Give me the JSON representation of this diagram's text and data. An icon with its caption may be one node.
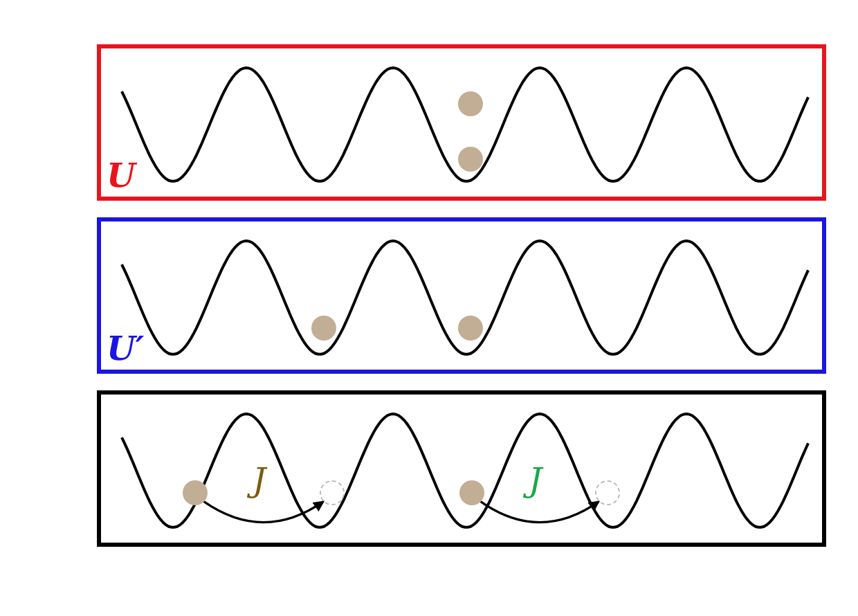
{
  "diagram": {
    "nodes": [
      {
        "text": [
          "U"
        ]
      },
      {
        "text": [],
        "shape": "circle",
        "in": 0
      },
      {
        "text": [],
        "shape": "circle",
        "in": 0
      },
      {
        "text": [
          "U′"
        ]
      },
      {
        "text": [],
        "shape": "circle",
        "in": 3
      },
      {
        "text": [],
        "shape": "circle",
        "in": 3
      },
      {
        "text": [],
        "shape": "box"
      },
      {
        "text": [],
        "shape": "circle",
        "in": 6
      },
      {
        "text": [],
        "shape": "circle",
        "in": 6
      },
      {
        "text": [],
        "shape": "circle",
        "in": 6
      },
      {
        "text": [],
        "shape": "circle",
        "in": 6
      }
    ],
    "edges": [
      {
        "from": 7,
        "to": 8,
        "arrow": "to",
        "label": "J"
      },
      {
        "from": 9,
        "to": 10,
        "arrow": "to",
        "label": "J"
      }
    ]
  }
}
